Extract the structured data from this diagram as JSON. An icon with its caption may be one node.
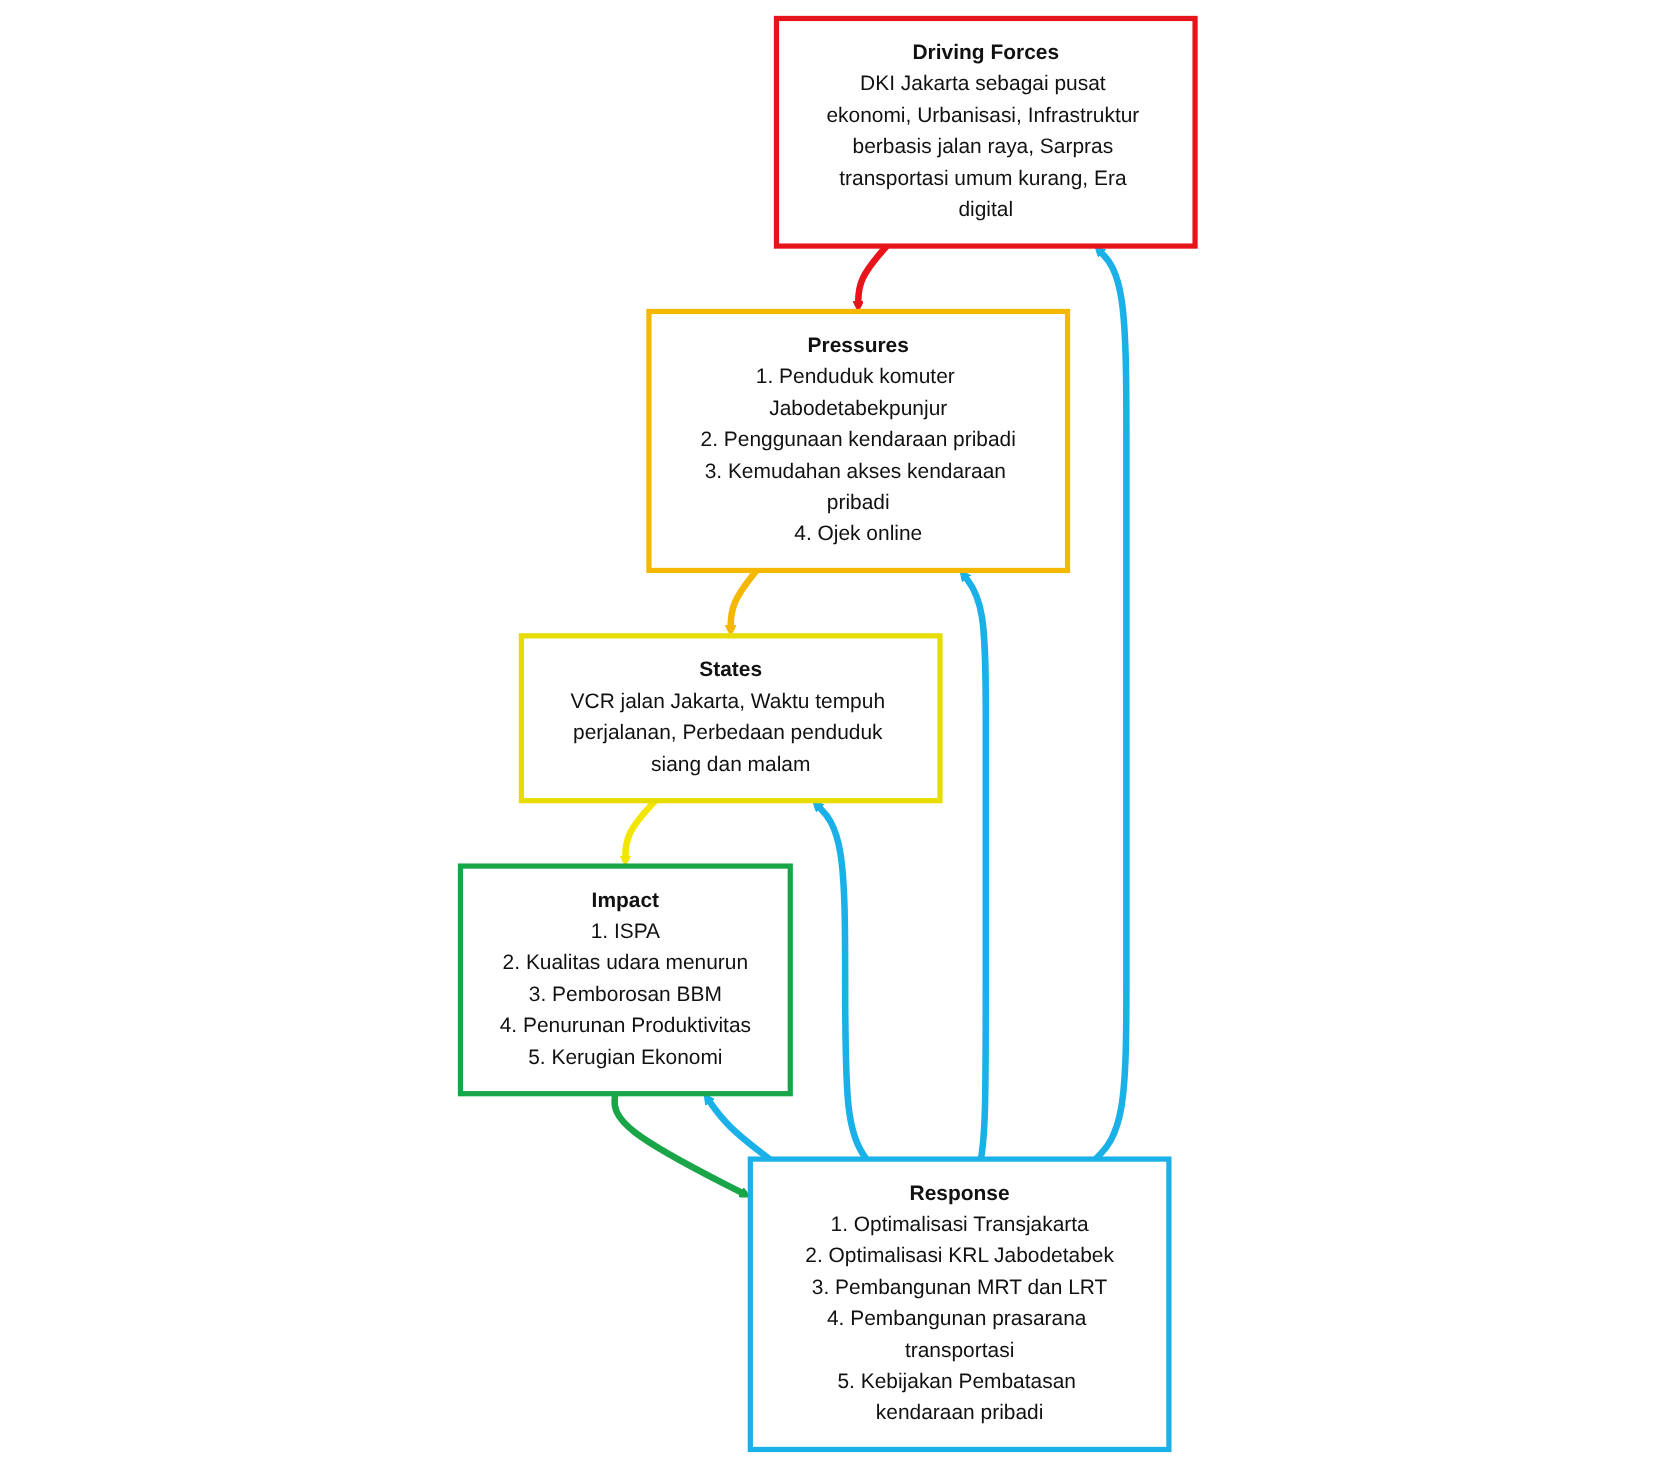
{
  "diagram": {
    "nodes": [
      {
        "text": [
          "Driving Forces",
          "DKI Jakarta sebagai pusat ekonomi, Urbanisasi, Infrastruktur berbasis jalan raya, Sarpras transportasi umum kurang, Era digital"
        ]
      },
      {
        "text": [
          "Pressures",
          "1. Penduduk komuter Jabodetabekpunjur",
          "2. Penggunaan kendaraan pribadi",
          "3. Kemudahan akses kendaraan pribadi",
          "4. Ojek online"
        ]
      },
      {
        "text": [
          "States",
          "VCR jalan Jakarta, Waktu tempuh perjalanan, Perbedaan penduduk siang dan malam"
        ]
      },
      {
        "text": [
          "Impact",
          "1. ISPA",
          "2. Kualitas udara menurun",
          "3. Pemborosan BBM",
          "4. Penurunan Produktivitas",
          "5. Kerugian Ekonomi"
        ]
      },
      {
        "text": [
          "Response",
          "1. Optimalisasi Transjakarta",
          "2. Optimalisasi KRL Jabodetabek",
          "3. Pembangunan MRT dan LRT",
          "4. Pembangunan prasarana transportasi",
          "5. Kebijakan Pembatasan kendaraan pribadi"
        ]
      }
    ],
    "edges": [
      {
        "from": 0,
        "to": 1,
        "arrow": "to",
        "color": "#e8141b"
      },
      {
        "from": 1,
        "to": 2,
        "arrow": "to",
        "color": "#f5b800"
      },
      {
        "from": 2,
        "to": 3,
        "arrow": "to",
        "color": "#f2e600"
      },
      {
        "from": 3,
        "to": 4,
        "arrow": "to",
        "color": "#1aa548"
      },
      {
        "from": 4,
        "to": 0,
        "arrow": "to"
      },
      {
        "from": 4,
        "to": 1,
        "arrow": "to"
      },
      {
        "from": 4,
        "to": 2,
        "arrow": "to"
      },
      {
        "from": 4,
        "to": 3,
        "arrow": "to"
      }
    ]
  }
}
